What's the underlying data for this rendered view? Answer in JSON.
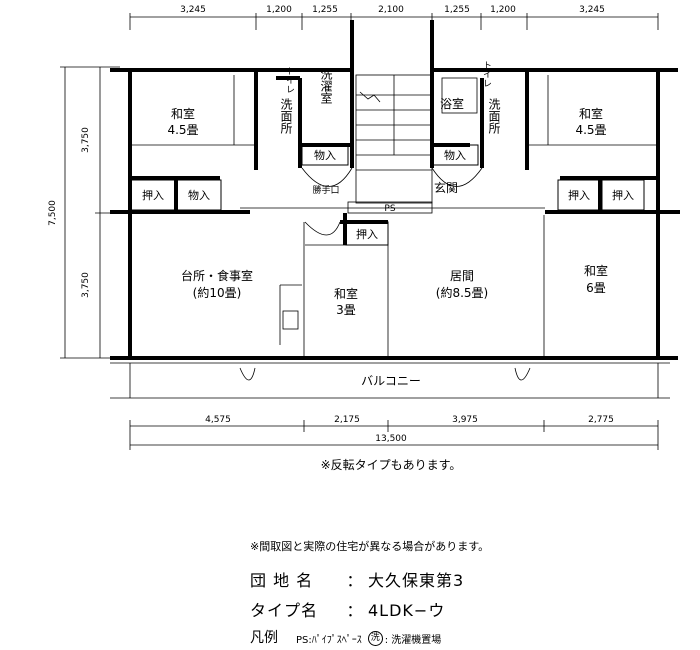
{
  "dimensions": {
    "top": [
      "3,245",
      "1,200",
      "1,255",
      "2,100",
      "1,255",
      "1,200",
      "3,245"
    ],
    "left": [
      "3,750",
      "7,500",
      "3,750"
    ],
    "bottom": [
      "4,575",
      "2,175",
      "3,975",
      "2,775"
    ],
    "bottom_total": "13,500"
  },
  "rooms": {
    "washitsu_tl": "和室",
    "washitsu_tl_size": "4.5畳",
    "toilet": "トイレ",
    "sentaku": "洗濯室",
    "senmenjo": "洗面所",
    "monoire": "物入",
    "oshiire": "押入",
    "kattekuchi": "勝手口",
    "yokushitsu": "浴室",
    "genkan": "玄関",
    "ps": "PS",
    "washitsu_tr": "和室",
    "washitsu_tr_size": "4.5畳",
    "daidokoro": "台所・食事室",
    "daidokoro_size": "(約10畳)",
    "washitsu_mid": "和室",
    "washitsu_mid_size": "3畳",
    "ima": "居間",
    "ima_size": "(約8.5畳)",
    "washitsu_br": "和室",
    "washitsu_br_size": "6畳",
    "balcony": "バルコニー"
  },
  "notes": {
    "reverse": "※反転タイプもあります。",
    "disclaimer": "※間取図と実際の住宅が異なる場合があります。"
  },
  "info": {
    "name_label": "団 地 名",
    "name_sep": "：",
    "name_value": "大久保東第3",
    "type_label": "タイプ名",
    "type_sep": "：",
    "type_value": "4LDK−ウ",
    "legend_label": "凡例",
    "legend_ps": "PS:ﾊﾟｲﾌﾟｽﾍﾟｰｽ",
    "legend_circle": "洗",
    "legend_wash": ": 洗濯機置場"
  }
}
